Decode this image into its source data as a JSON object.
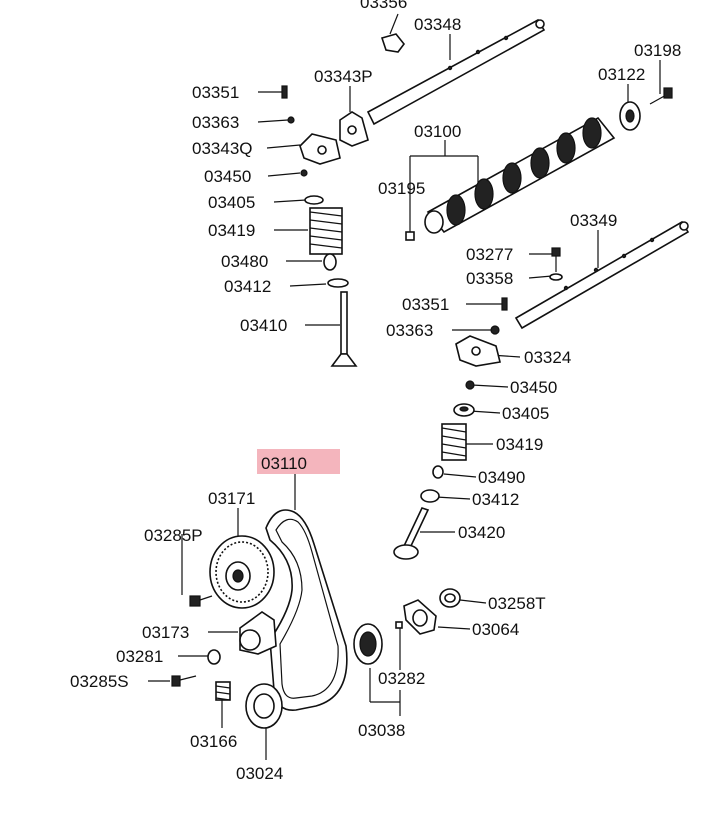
{
  "highlight_color": "#f4b5bd",
  "labels": {
    "l03356": "03356",
    "l03348": "03348",
    "l03198": "03198",
    "l03122": "03122",
    "l03343P": "03343P",
    "l03351a": "03351",
    "l03363a": "03363",
    "l03100": "03100",
    "l03343Q": "03343Q",
    "l03450a": "03450",
    "l03195": "03195",
    "l03405a": "03405",
    "l03419a": "03419",
    "l03349": "03349",
    "l03480": "03480",
    "l03277": "03277",
    "l03412a": "03412",
    "l03358": "03358",
    "l03351b": "03351",
    "l03410": "03410",
    "l03363b": "03363",
    "l03324": "03324",
    "l03450b": "03450",
    "l03405b": "03405",
    "l03419b": "03419",
    "l03110": "03110",
    "l03490": "03490",
    "l03412b": "03412",
    "l03171": "03171",
    "l03420": "03420",
    "l03285P": "03285P",
    "l03258T": "03258T",
    "l03173": "03173",
    "l03064": "03064",
    "l03281": "03281",
    "l03282": "03282",
    "l03285S": "03285S",
    "l03166": "03166",
    "l03038": "03038",
    "l03024": "03024"
  }
}
